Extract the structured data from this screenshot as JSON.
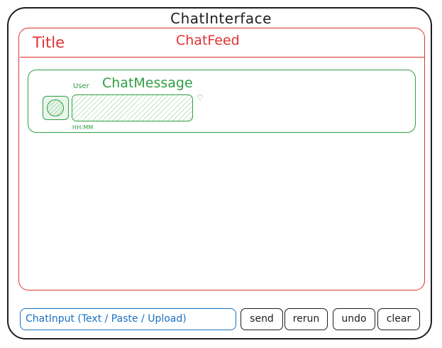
{
  "app": {
    "title": "ChatInterface"
  },
  "feed": {
    "label": "ChatFeed",
    "title_label": "Title"
  },
  "message": {
    "label": "ChatMessage",
    "user": "User",
    "timestamp": "HH:MM",
    "heart_glyph": "♡"
  },
  "input": {
    "label": "ChatInput (Text / Paste / Upload)"
  },
  "buttons": {
    "send": "send",
    "rerun": "rerun",
    "undo": "undo",
    "clear": "clear"
  },
  "colors": {
    "outline": "#1e1e1e",
    "feed": "#e03131",
    "message": "#2f9e44",
    "input": "#1971c2"
  }
}
